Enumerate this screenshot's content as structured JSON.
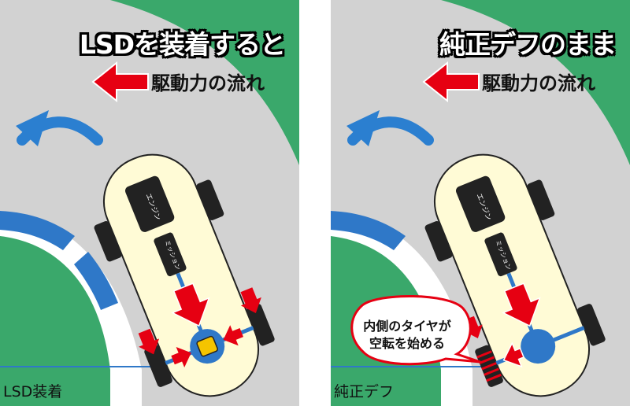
{
  "left_panel": {
    "headline": "LSDを装着すると",
    "flow_label": "駆動力の流れ",
    "bottom_label": "LSD装着",
    "engine_label": "エンジン",
    "transmission_label": "ミッション"
  },
  "right_panel": {
    "headline": "純正デフのまま",
    "flow_label": "駆動力の流れ",
    "bottom_label": "純正デフ",
    "engine_label": "エンジン",
    "transmission_label": "ミッション",
    "callout_line1": "内側のタイヤが",
    "callout_line2": "空転を始める"
  },
  "colors": {
    "road": "#d2d2d2",
    "grass": "#3aa86b",
    "car_body": "#fffbd6",
    "drive_arrow": "#e60012",
    "motion_arrow": "#2b7fd0",
    "curb_blue": "#2f78c8",
    "differential": "#2f78c8",
    "lsd_unit": "#f5c400"
  }
}
